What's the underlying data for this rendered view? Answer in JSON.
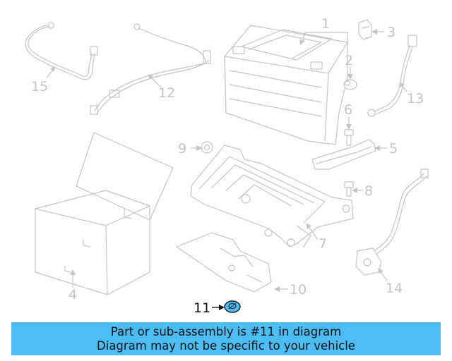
{
  "diagram": {
    "callouts": {
      "c1": "1",
      "c2": "2",
      "c3": "3",
      "c4": "4",
      "c5": "5",
      "c6": "6",
      "c7": "7",
      "c8": "8",
      "c9": "9",
      "c10": "10",
      "c11": "11",
      "c12": "12",
      "c13": "13",
      "c14": "14",
      "c15": "15"
    },
    "highlight_part": "11",
    "colors": {
      "linework": "#c4c4c4",
      "highlight_fill": "#4dbdf5",
      "highlight_stroke": "#1a1a1a",
      "banner": "#4dbdf5"
    }
  },
  "banner": {
    "line1": "Part or sub-assembly is #11 in diagram",
    "line2": "Diagram may not be specific to your vehicle"
  }
}
